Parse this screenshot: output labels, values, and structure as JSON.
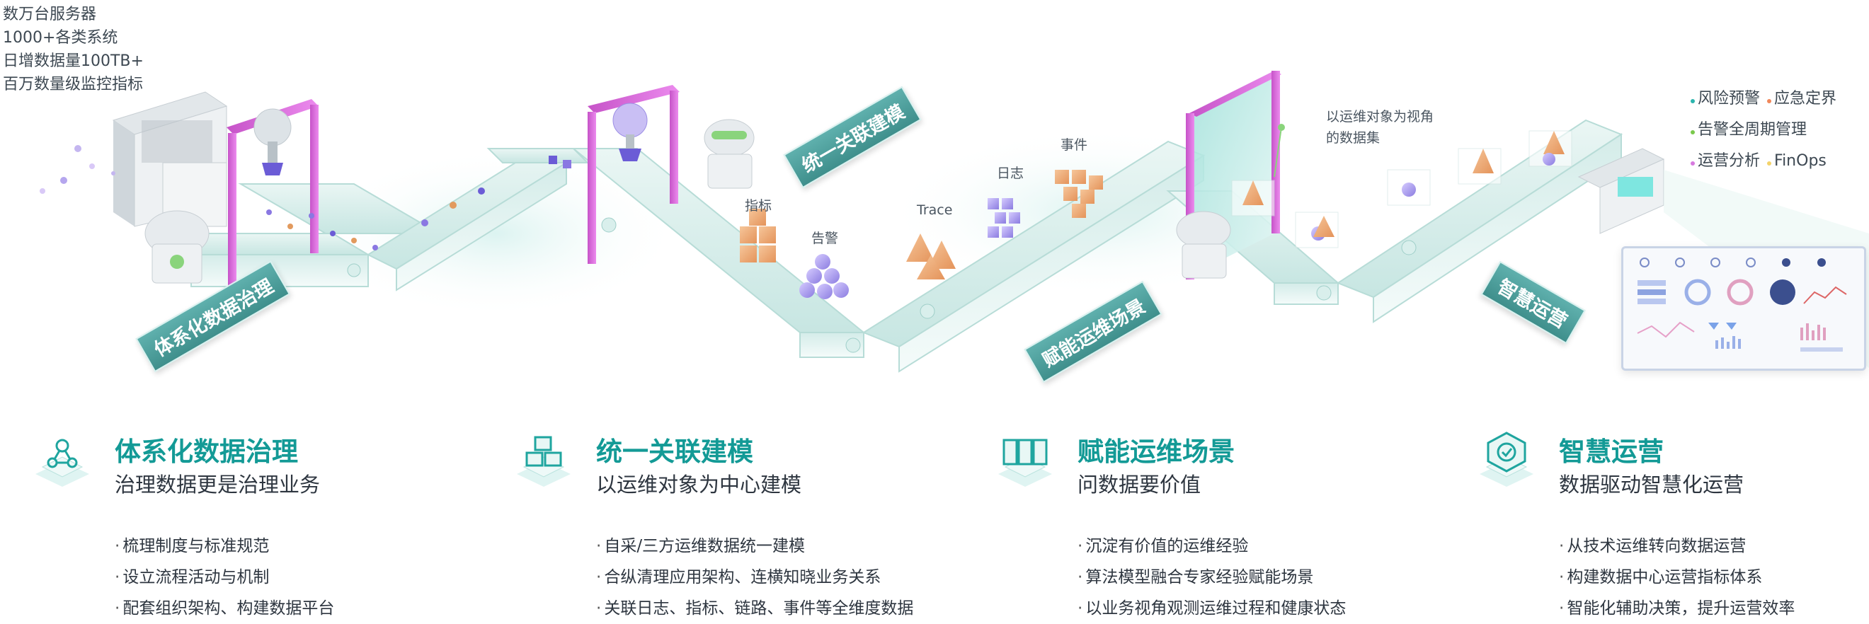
{
  "stats": [
    "数万台服务器",
    "1000+各类系统",
    "日增数据量100TB+",
    "百万数量级监控指标"
  ],
  "banners": {
    "stage1": "体系化数据治理",
    "stage2": "统一关联建模",
    "stage3": "赋能运维场景",
    "stage4": "智慧运营"
  },
  "data_types": {
    "metric": "指标",
    "alert": "告警",
    "trace": "Trace",
    "log": "日志",
    "event": "事件"
  },
  "dataset_label": "以运维对象为视角\n的数据集",
  "dataset_label_lines": [
    "以运维对象为视角",
    "的数据集"
  ],
  "legend": [
    [
      {
        "text": "风险预警",
        "color": "#2bb5ae"
      },
      {
        "text": "应急定界",
        "color": "#f0875a"
      }
    ],
    [
      {
        "text": "告警全周期管理",
        "color": "#7ac94c"
      }
    ],
    [
      {
        "text": "运营分析",
        "color": "#d77adf"
      },
      {
        "text": "FinOps",
        "color": "#f3d36b"
      }
    ]
  ],
  "columns": [
    {
      "icon": "data-governance-icon",
      "title": "体系化数据治理",
      "subtitle": "治理数据更是治理业务",
      "items": [
        "梳理制度与标准规范",
        "设立流程活动与机制",
        "配套组织架构、构建数据平台"
      ]
    },
    {
      "icon": "modeling-cubes-icon",
      "title": "统一关联建模",
      "subtitle": "以运维对象为中心建模",
      "items": [
        "自采/三方运维数据统一建模",
        "合纵清理应用架构、连横知晓业务关系",
        "关联日志、指标、链路、事件等全维度数据"
      ]
    },
    {
      "icon": "ops-scenario-icon",
      "title": "赋能运维场景",
      "subtitle": "问数据要价值",
      "items": [
        "沉淀有价值的运维经验",
        "算法模型融合专家经验赋能场景",
        "以业务视角观测运维过程和健康状态"
      ]
    },
    {
      "icon": "smart-ops-icon",
      "title": "智慧运营",
      "subtitle": "数据驱动智慧化运营",
      "items": [
        "从技术运维转向数据运营",
        "构建数据中心运营指标体系",
        "智能化辅助决策，提升运营效率"
      ]
    }
  ]
}
